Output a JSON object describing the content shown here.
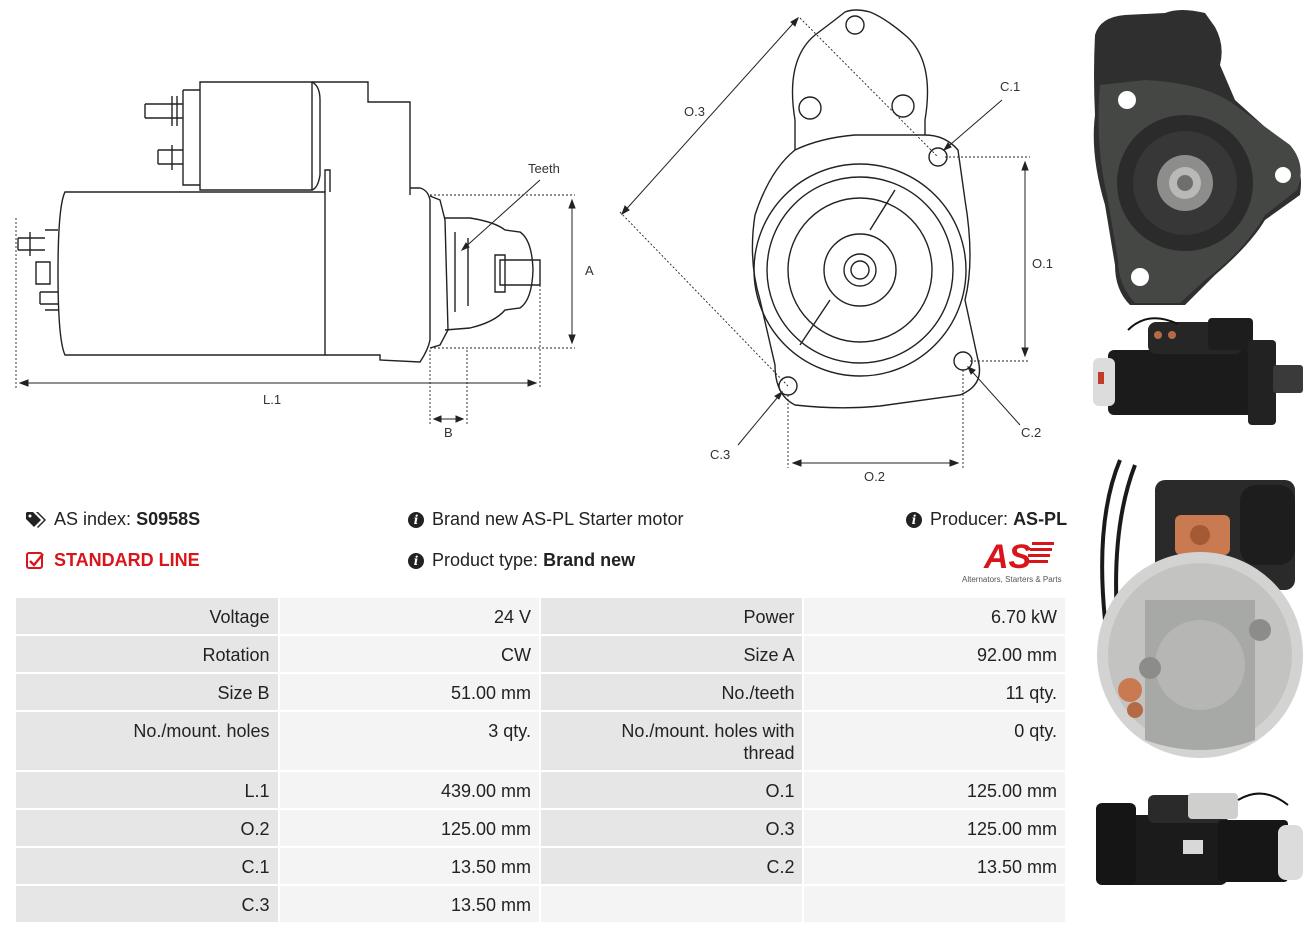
{
  "drawing_labels": {
    "teeth": "Teeth",
    "a": "A",
    "b": "B",
    "l1": "L.1",
    "o1": "O.1",
    "o2": "O.2",
    "o3": "O.3",
    "c1": "C.1",
    "c2": "C.2",
    "c3": "C.3"
  },
  "info": {
    "as_index_label": "AS index:",
    "as_index_value": "S0958S",
    "standard_line": "STANDARD LINE",
    "description": "Brand new AS-PL Starter motor",
    "product_type_label": "Product type:",
    "product_type_value": "Brand new",
    "producer_label": "Producer:",
    "producer_value": "AS-PL"
  },
  "logo": {
    "mark": "AS",
    "tagline": "Alternators, Starters & Parts"
  },
  "specs": [
    {
      "l1": "Voltage",
      "v1": "24 V",
      "l2": "Power",
      "v2": "6.70 kW"
    },
    {
      "l1": "Rotation",
      "v1": "CW",
      "l2": "Size A",
      "v2": "92.00 mm"
    },
    {
      "l1": "Size B",
      "v1": "51.00 mm",
      "l2": "No./teeth",
      "v2": "11 qty."
    },
    {
      "l1": "No./mount. holes",
      "v1": "3 qty.",
      "l2": "No./mount. holes with thread",
      "v2": "0 qty."
    },
    {
      "l1": "L.1",
      "v1": "439.00 mm",
      "l2": "O.1",
      "v2": "125.00 mm"
    },
    {
      "l1": "O.2",
      "v1": "125.00 mm",
      "l2": "O.3",
      "v2": "125.00 mm"
    },
    {
      "l1": "C.1",
      "v1": "13.50 mm",
      "l2": "C.2",
      "v2": "13.50 mm"
    },
    {
      "l1": "C.3",
      "v1": "13.50 mm",
      "l2": "",
      "v2": ""
    }
  ],
  "colors": {
    "brand_red": "#d9141b",
    "cell_label_bg": "#e6e6e6",
    "cell_value_bg": "#f4f4f4"
  }
}
